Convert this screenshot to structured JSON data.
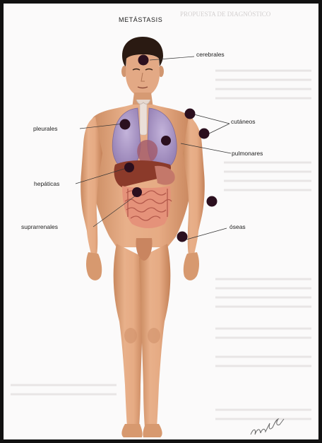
{
  "title": "METÁSTASIS",
  "bleed_heading": "PROPUESTA DE DIAGNÓSTICO",
  "labels": {
    "cerebrales": "cerebrales",
    "cutaneos": "cutáneos",
    "pleurales": "pleurales",
    "pulmonares": "pulmonares",
    "hepaticas": "hepáticas",
    "suprarrenales": "suprarrenales",
    "oseas": "óseas"
  },
  "colors": {
    "skin": "#e2a57e",
    "skin_shadow": "#c98a62",
    "lung": "#a994c4",
    "liver": "#8b3a2a",
    "intestine": "#d9826e",
    "metastasis_dot": "#2b0f1e",
    "frame": "#111111"
  }
}
